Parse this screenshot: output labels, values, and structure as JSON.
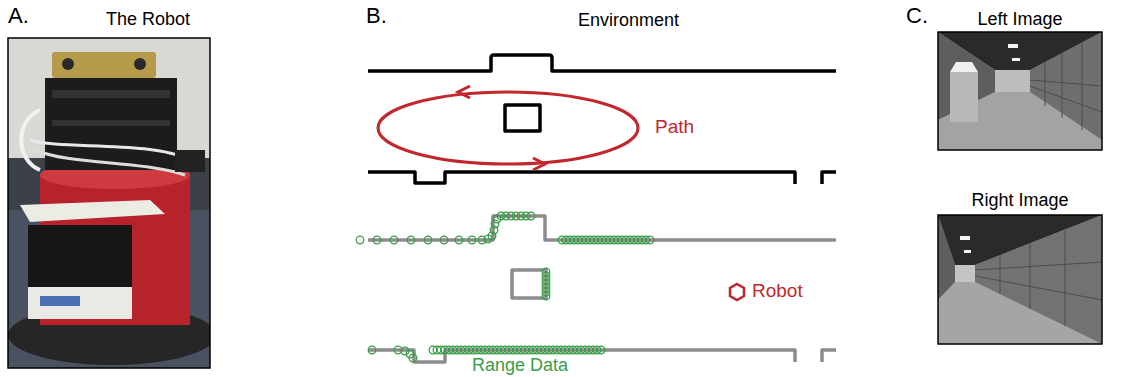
{
  "diagram": {
    "labels": [
      "A.",
      "The Robot",
      "B.",
      "Environment",
      "Path",
      "Robot",
      "Range Data",
      "C.",
      "Left Image",
      "Right Image"
    ]
  }
}
